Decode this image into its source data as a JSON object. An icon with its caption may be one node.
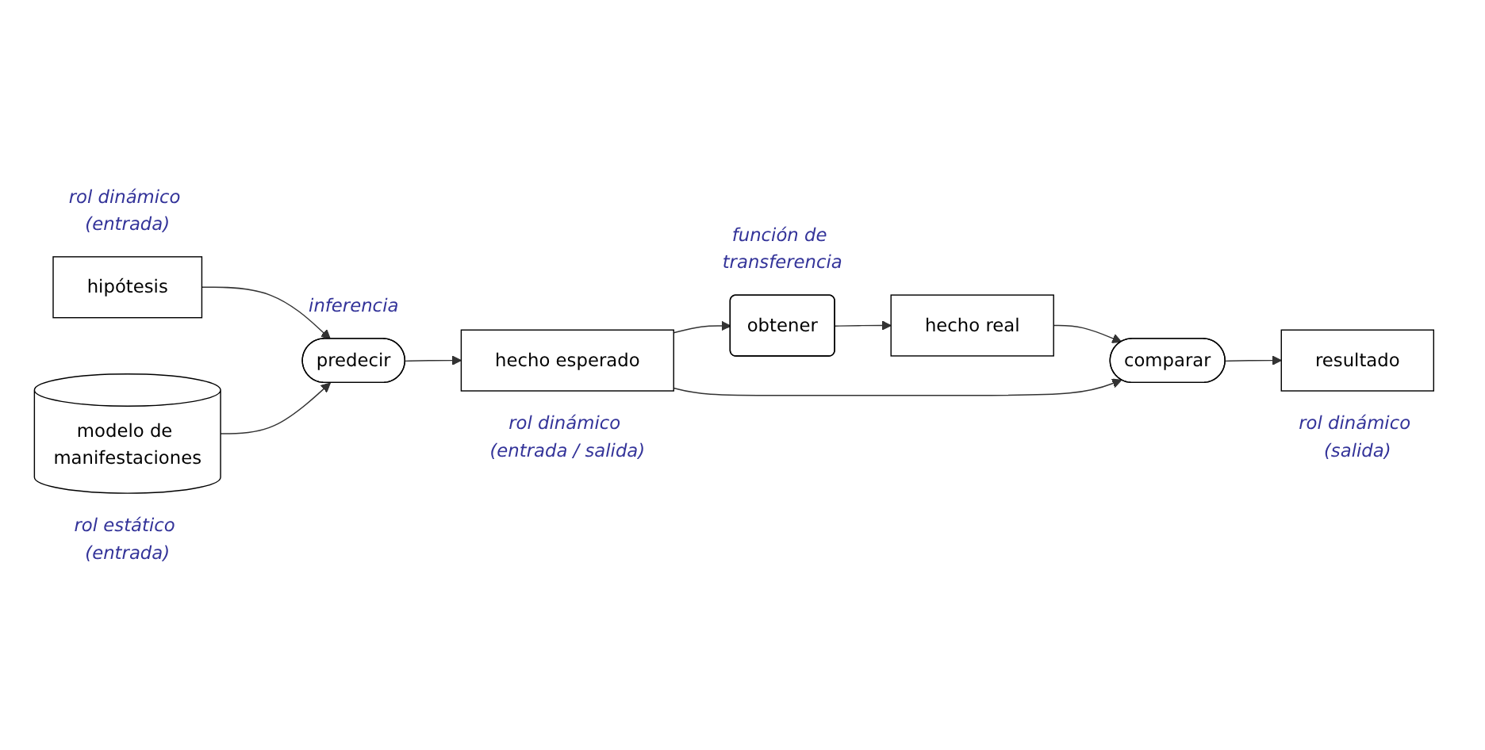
{
  "diagram": {
    "nodes": [
      {
        "text": [
          "hipótesis"
        ],
        "beside": [
          "rol dinámico (entrada)"
        ]
      },
      {
        "text": [
          "predecir"
        ],
        "beside": [
          "inferencia"
        ]
      },
      {
        "text": [
          "modelo de manifestaciones"
        ],
        "beside": [
          "rol estático (entrada)"
        ]
      },
      {
        "text": [
          "hecho esperado"
        ],
        "beside": [
          "rol dinámico (entrada / salida)"
        ]
      },
      {
        "text": [
          "obtener"
        ],
        "beside": [
          "función de transferencia"
        ]
      },
      {
        "text": [
          "hecho real"
        ]
      },
      {
        "text": [
          "comparar"
        ]
      },
      {
        "text": [
          "resultado"
        ],
        "beside": [
          "rol dinámico (salida)"
        ]
      }
    ],
    "edges": [
      {
        "from": 0,
        "to": 1,
        "arrow": "to"
      },
      {
        "from": 2,
        "to": 1,
        "arrow": "to"
      },
      {
        "from": 1,
        "to": 3,
        "arrow": "to"
      },
      {
        "from": 3,
        "to": 4,
        "arrow": "to"
      },
      {
        "from": 4,
        "to": 5,
        "arrow": "to"
      },
      {
        "from": 5,
        "to": 6,
        "arrow": "to"
      },
      {
        "from": 3,
        "to": 6,
        "arrow": "to"
      },
      {
        "from": 6,
        "to": 7,
        "arrow": "to"
      }
    ]
  }
}
